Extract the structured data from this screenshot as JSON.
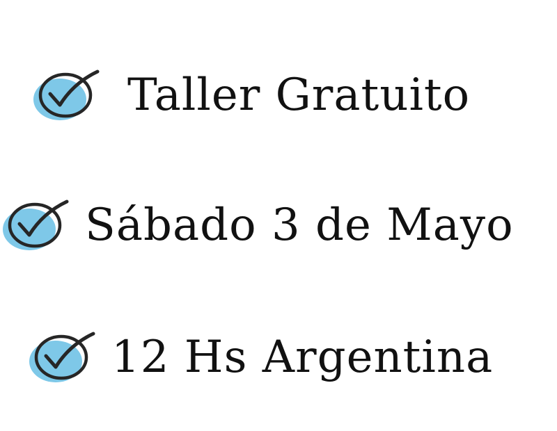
{
  "colors": {
    "check_fill": "#7ec8e8",
    "check_stroke": "#262626",
    "text": "#111111",
    "background": "#ffffff"
  },
  "items": [
    {
      "icon": "checkmark-circle-icon",
      "label": "Taller Gratuito"
    },
    {
      "icon": "checkmark-circle-icon",
      "label": "Sábado 3 de Mayo"
    },
    {
      "icon": "checkmark-circle-icon",
      "label": "12 Hs Argentina"
    }
  ]
}
